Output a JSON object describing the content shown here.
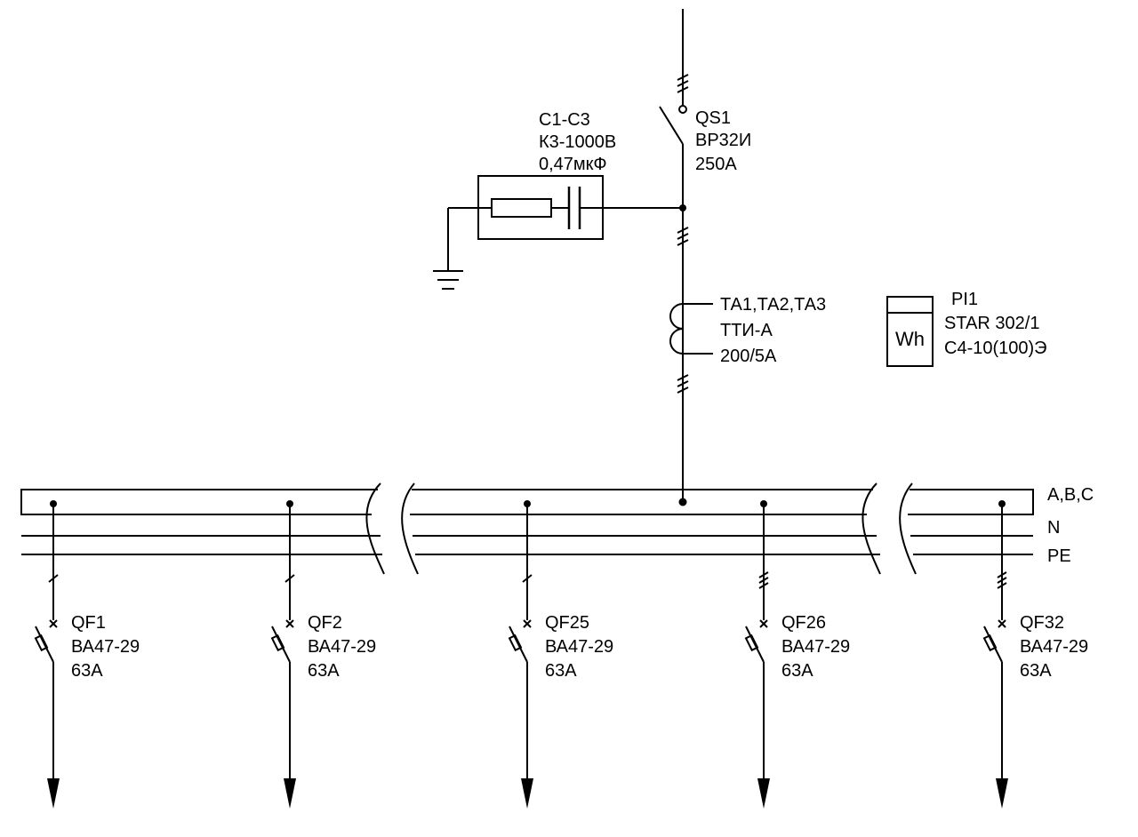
{
  "switch_qs1": {
    "name": "QS1",
    "type": "ВР32И",
    "rating": "250А"
  },
  "capacitors": {
    "name": "С1-С3",
    "type": "К3-1000В",
    "value": "0,47мкФ"
  },
  "current_transformers": {
    "name": "ТА1,ТА2,ТА3",
    "type": "ТТИ-А",
    "ratio": "200/5А"
  },
  "meter": {
    "name": "PI1",
    "model": "STAR 302/1",
    "type": "С4-10(100)Э",
    "symbol": "Wh"
  },
  "busbars": {
    "phases": "A,B,C",
    "neutral": "N",
    "protective": "PE"
  },
  "breakers": [
    {
      "name": "QF1",
      "type": "ВА47-29",
      "rating": "63А"
    },
    {
      "name": "QF2",
      "type": "ВА47-29",
      "rating": "63А"
    },
    {
      "name": "QF25",
      "type": "ВА47-29",
      "rating": "63А"
    },
    {
      "name": "QF26",
      "type": "ВА47-29",
      "rating": "63А"
    },
    {
      "name": "QF32",
      "type": "ВА47-29",
      "rating": "63А"
    }
  ]
}
